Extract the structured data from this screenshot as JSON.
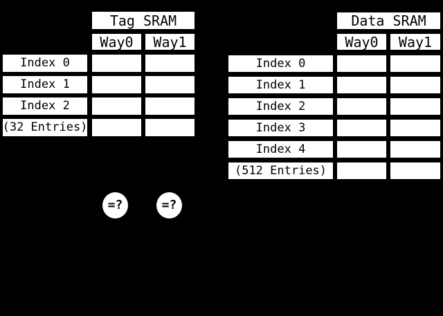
{
  "palette": {
    "background": "#000000",
    "cell_background": "#ffffff",
    "border_color": "#000000",
    "text_color": "#000000"
  },
  "tag_sram": {
    "title": "Tag SRAM",
    "columns": [
      "Way0",
      "Way1"
    ],
    "row_labels": [
      "Index 0",
      "Index 1",
      "Index 2",
      "(32 Entries)"
    ]
  },
  "data_sram": {
    "title": "Data SRAM",
    "columns": [
      "Way0",
      "Way1"
    ],
    "row_labels": [
      "Index 0",
      "Index 1",
      "Index 2",
      "Index 3",
      "Index 4",
      "(512 Entries)"
    ]
  },
  "comparators": [
    {
      "label": "=?"
    },
    {
      "label": "=?"
    }
  ]
}
